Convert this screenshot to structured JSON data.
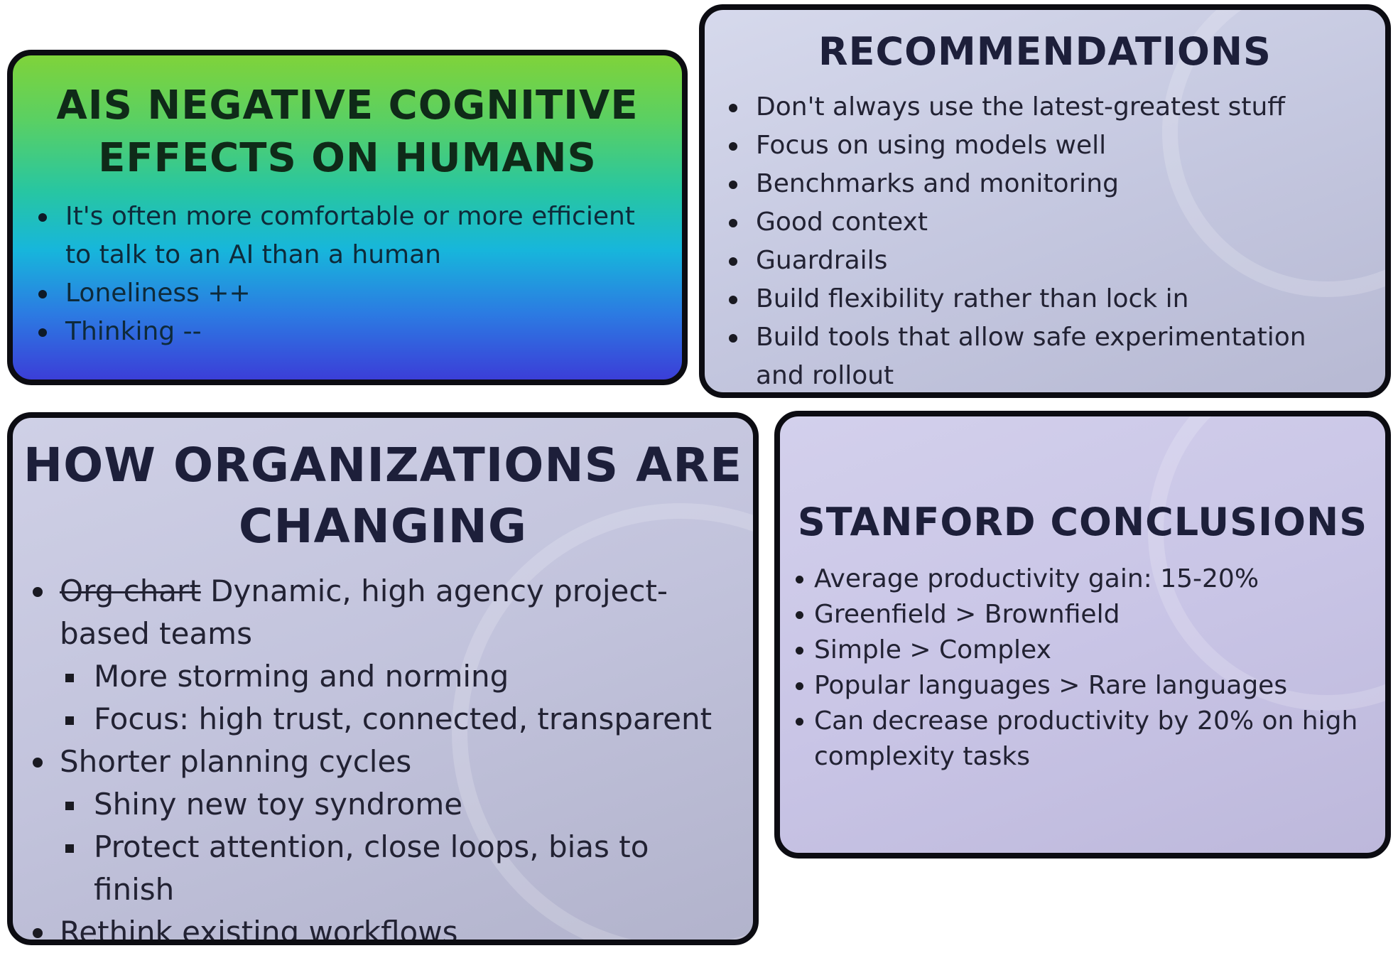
{
  "slides": {
    "negative_effects": {
      "title_line1": "AIS NEGATIVE COGNITIVE",
      "title_line2": "EFFECTS ON HUMANS",
      "bullets": [
        "It's often more comfortable or more efficient to talk to an AI than a human",
        "Loneliness ++",
        "Thinking --"
      ]
    },
    "recommendations": {
      "title": "RECOMMENDATIONS",
      "bullets": [
        "Don't always use the latest-greatest stuff",
        "Focus on using models well",
        "Benchmarks and monitoring",
        "Good context",
        "Guardrails",
        "Build flexibility rather than lock in",
        "Build tools that allow safe experimentation and rollout"
      ]
    },
    "organizations": {
      "title_line1": "HOW ORGANIZATIONS ARE",
      "title_line2": "CHANGING",
      "bullet1_strike": "Org chart",
      "bullet1_text": " Dynamic, high agency project-based teams",
      "bullet1_sub": [
        "More storming and norming",
        "Focus: high trust, connected, transparent"
      ],
      "bullet2_text": "Shorter planning cycles",
      "bullet2_sub": [
        "Shiny new toy syndrome",
        "Protect attention, close loops, bias to finish"
      ],
      "bullet3_text": "Rethink existing workflows"
    },
    "stanford": {
      "title": "STANFORD CONCLUSIONS",
      "bullets": [
        "Average productivity gain: 15-20%",
        "Greenfield > Brownfield",
        "Simple > Complex",
        "Popular languages > Rare languages",
        "Can decrease productivity by 20% on high complexity tasks"
      ]
    }
  }
}
